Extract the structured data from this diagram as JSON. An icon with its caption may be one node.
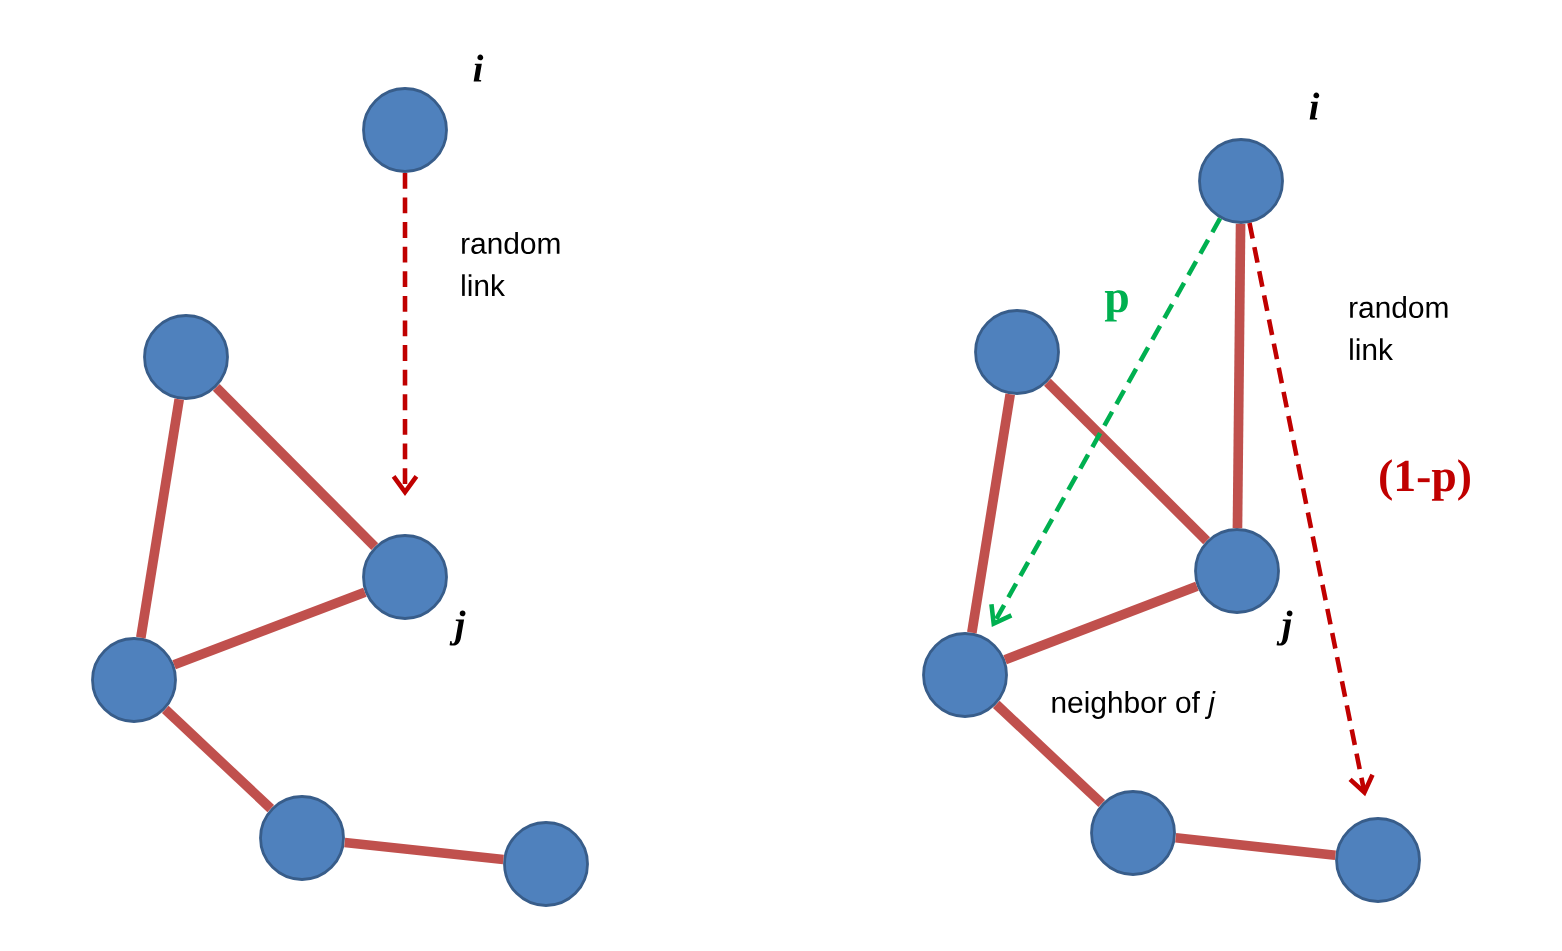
{
  "diagram": {
    "nodes": [
      {
        "text": [],
        "shape": "circle",
        "beside": [
          "i"
        ]
      },
      {
        "text": [],
        "shape": "circle"
      },
      {
        "text": [],
        "shape": "circle",
        "beside": [
          "j"
        ]
      },
      {
        "text": [],
        "shape": "circle"
      },
      {
        "text": [],
        "shape": "circle"
      },
      {
        "text": [],
        "shape": "circle"
      },
      {
        "text": [],
        "shape": "circle",
        "beside": [
          "i"
        ]
      },
      {
        "text": [],
        "shape": "circle"
      },
      {
        "text": [],
        "shape": "circle",
        "beside": [
          "j"
        ]
      },
      {
        "text": [],
        "shape": "circle",
        "beside": [
          "neighbor of *j*"
        ]
      },
      {
        "text": [],
        "shape": "circle"
      },
      {
        "text": [],
        "shape": "circle"
      }
    ],
    "edges": [
      {
        "from": 0,
        "to": 2,
        "arrow": "to",
        "style": "dashed",
        "color": "#c00000",
        "label": "random link"
      },
      {
        "from": 1,
        "to": 2,
        "arrow": "none"
      },
      {
        "from": 1,
        "to": 3,
        "arrow": "none"
      },
      {
        "from": 2,
        "to": 3,
        "arrow": "none"
      },
      {
        "from": 3,
        "to": 4,
        "arrow": "none"
      },
      {
        "from": 4,
        "to": 5,
        "arrow": "none"
      },
      {
        "from": 6,
        "to": 8,
        "arrow": "none"
      },
      {
        "from": 7,
        "to": 8,
        "arrow": "none"
      },
      {
        "from": 7,
        "to": 9,
        "arrow": "none"
      },
      {
        "from": 8,
        "to": 9,
        "arrow": "none"
      },
      {
        "from": 9,
        "to": 10,
        "arrow": "none"
      },
      {
        "from": 10,
        "to": 11,
        "arrow": "none"
      },
      {
        "from": 6,
        "to": 9,
        "arrow": "to",
        "style": "dashed",
        "color": "#00b050",
        "label": "p"
      },
      {
        "from": 6,
        "to": 11,
        "arrow": "to",
        "style": "dashed",
        "color": "#c00000",
        "label": "(1-p)"
      }
    ],
    "labels": [
      "random link"
    ]
  }
}
